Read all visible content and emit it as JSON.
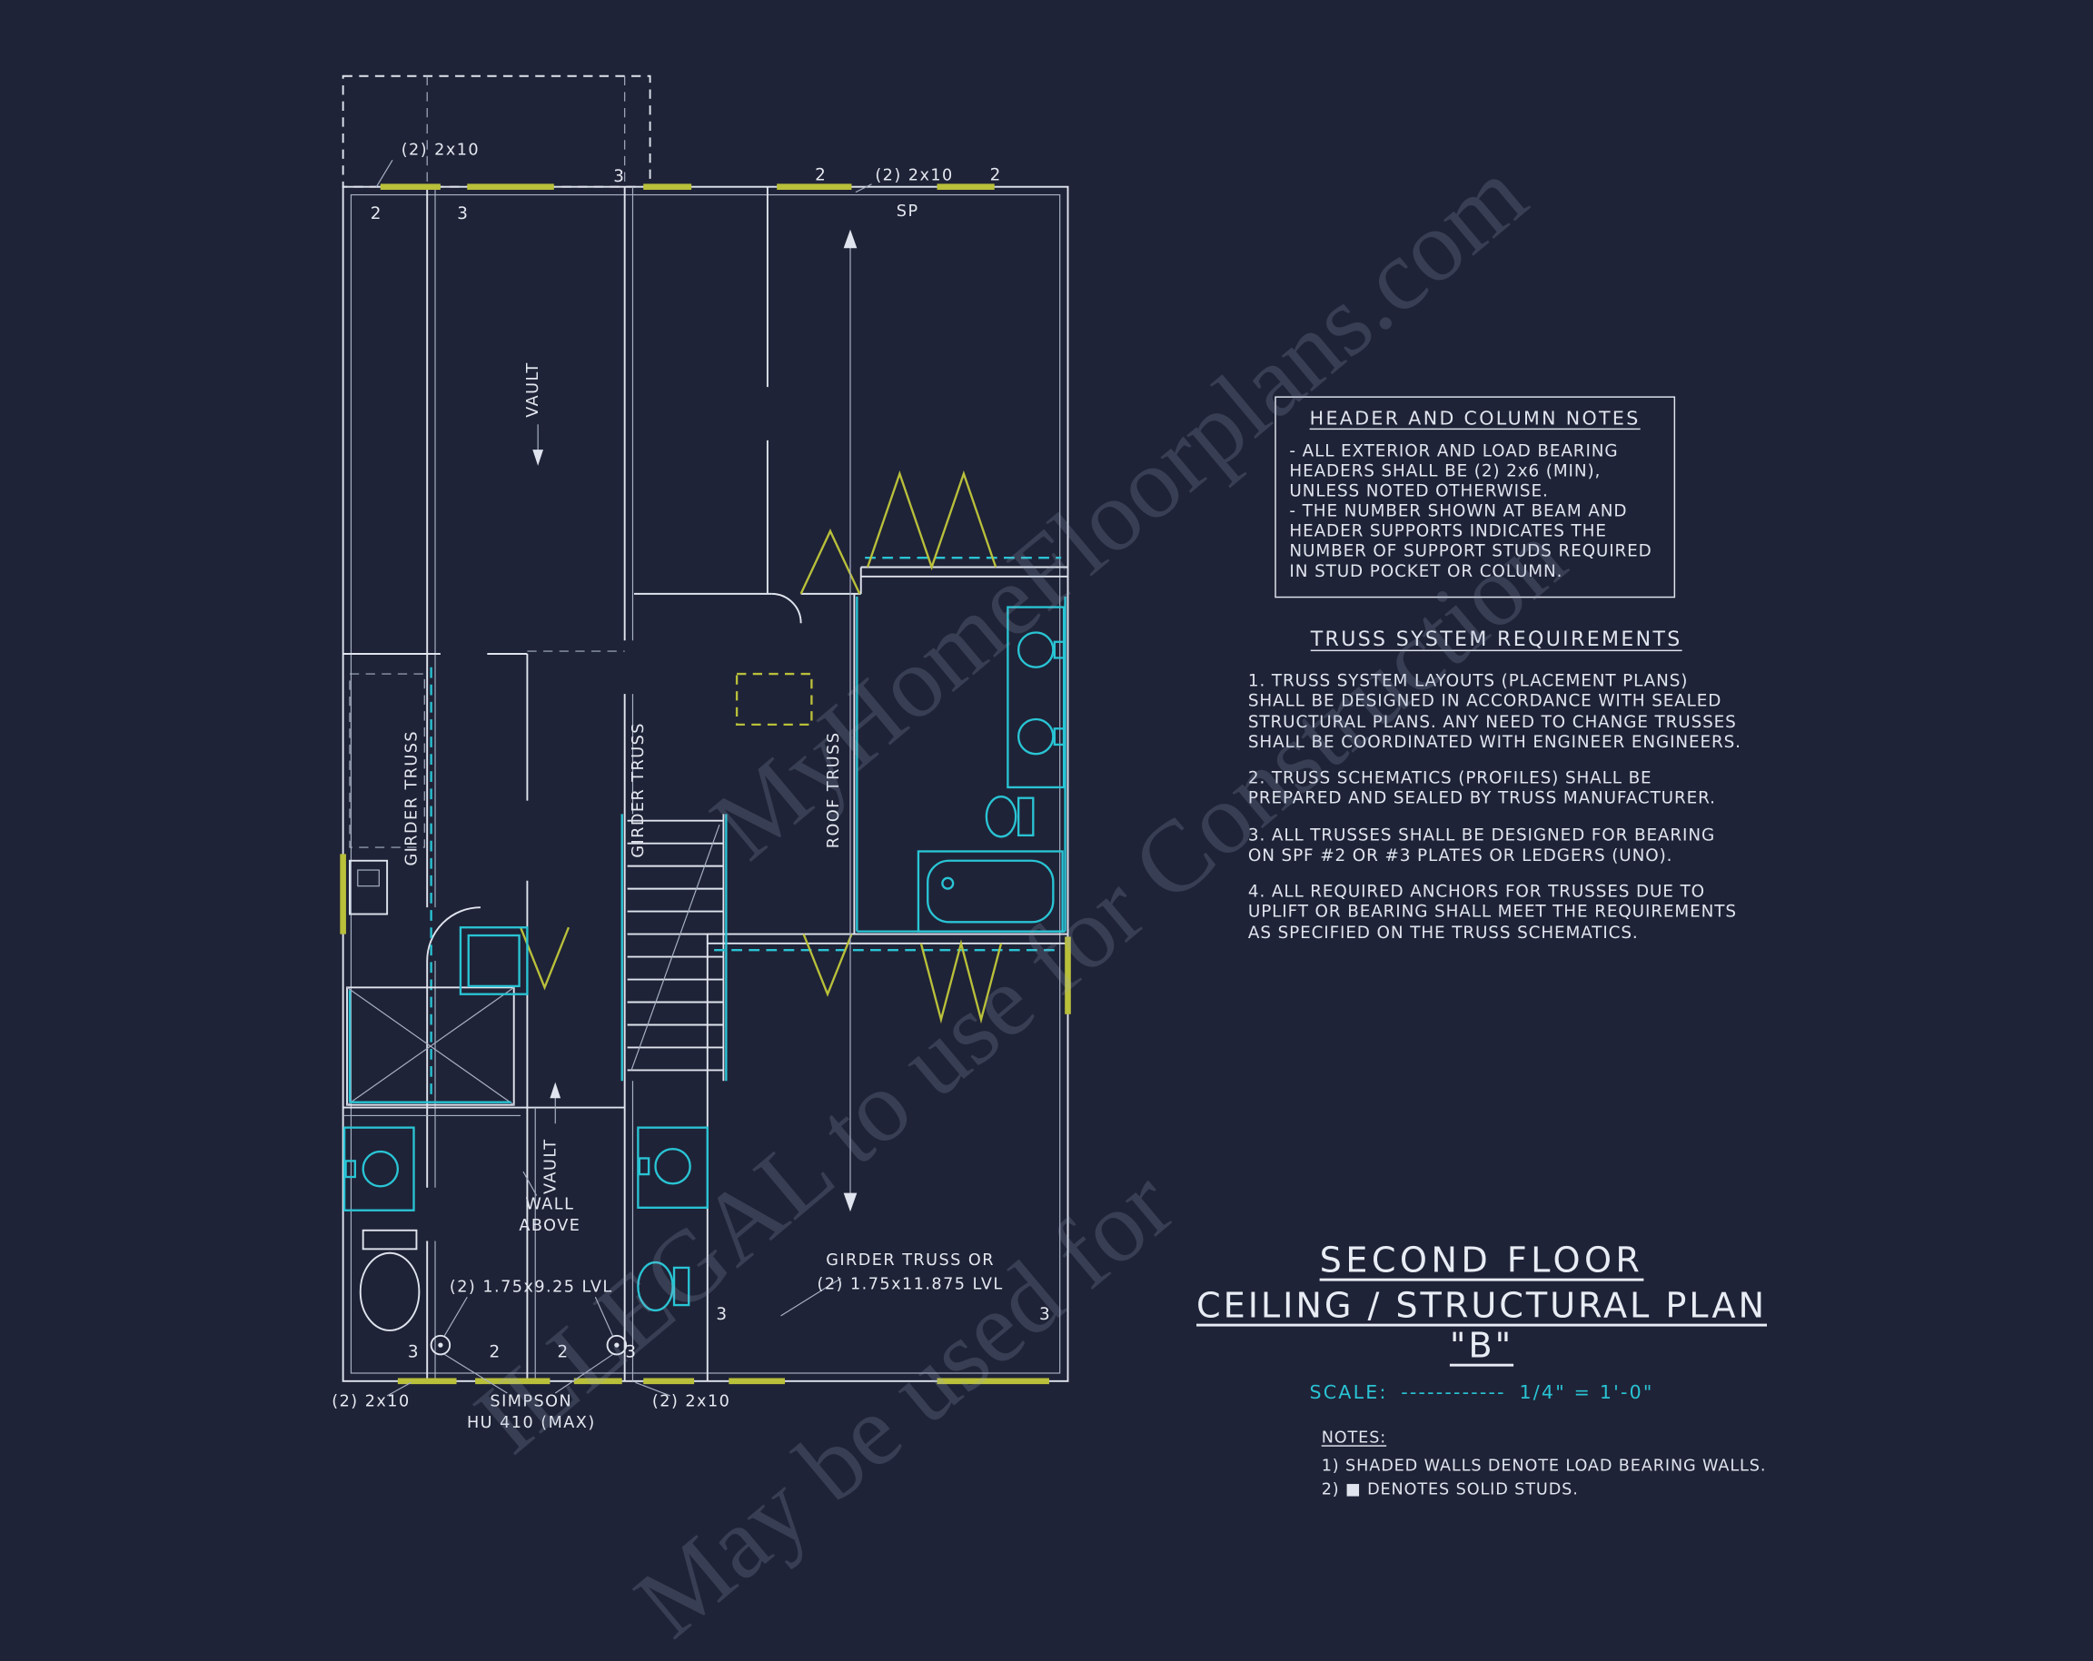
{
  "watermark": {
    "line1": "MyHomeFloorplans.com",
    "line2": "ILLEGAL to use for Construction",
    "line3": "May be used for"
  },
  "plan": {
    "labels": {
      "header_top_left": "(2) 2x10",
      "header_top_right": "(2) 2x10",
      "sp": "SP",
      "vault_upper": "VAULT",
      "vault_lower": "VAULT",
      "girder_truss_left": "GIRDER TRUSS",
      "girder_truss_mid": "GIRDER TRUSS",
      "roof_truss": "ROOF TRUSS",
      "wall_above_1": "WALL",
      "wall_above_2": "ABOVE",
      "lvl_beam": "(2) 1.75x9.25 LVL",
      "girder_or_1": "GIRDER TRUSS OR",
      "girder_or_2": "(2) 1.75x11.875 LVL",
      "simpson_1": "SIMPSON",
      "simpson_2": "HU 410 (MAX)",
      "header_bottom_left": "(2) 2x10",
      "header_bottom_mid": "(2) 2x10"
    },
    "stud_numbers": [
      "2",
      "3",
      "3",
      "2",
      "2",
      "3",
      "2",
      "2",
      "3",
      "3",
      "3"
    ]
  },
  "header_notes": {
    "title": "HEADER AND COLUMN NOTES",
    "body1": "- ALL EXTERIOR AND LOAD BEARING HEADERS SHALL BE (2) 2x6 (MIN), UNLESS NOTED OTHERWISE.",
    "body2": "- THE NUMBER SHOWN AT BEAM AND HEADER SUPPORTS INDICATES THE NUMBER OF SUPPORT STUDS REQUIRED IN STUD POCKET OR COLUMN."
  },
  "truss_requirements": {
    "title": "TRUSS SYSTEM REQUIREMENTS",
    "items": [
      "1. TRUSS SYSTEM LAYOUTS (PLACEMENT PLANS) SHALL BE DESIGNED IN ACCORDANCE WITH SEALED STRUCTURAL PLANS. ANY NEED TO CHANGE TRUSSES SHALL BE COORDINATED WITH ENGINEER ENGINEERS.",
      "2. TRUSS SCHEMATICS (PROFILES) SHALL BE PREPARED AND SEALED BY TRUSS MANUFACTURER.",
      "3. ALL TRUSSES SHALL BE DESIGNED FOR BEARING ON SPF #2 OR #3 PLATES OR LEDGERS (UNO).",
      "4. ALL REQUIRED ANCHORS FOR TRUSSES DUE TO UPLIFT OR BEARING SHALL MEET THE REQUIREMENTS AS SPECIFIED ON THE TRUSS SCHEMATICS."
    ]
  },
  "title_block": {
    "line1": "SECOND FLOOR",
    "line2": "CEILING / STRUCTURAL PLAN \"B\"",
    "scale_label": "SCALE:",
    "scale_dashes": "------------",
    "scale_value": "1/4\" = 1'-0\""
  },
  "notes": {
    "title": "NOTES:",
    "items": [
      "1) SHADED WALLS DENOTE LOAD BEARING WALLS.",
      "2) ■ DENOTES SOLID STUDS."
    ]
  },
  "colors": {
    "background": "#1f2337",
    "line": "#dfe4ee",
    "accent_cyan": "#29c4d4",
    "accent_yellow": "#b9c03a"
  }
}
